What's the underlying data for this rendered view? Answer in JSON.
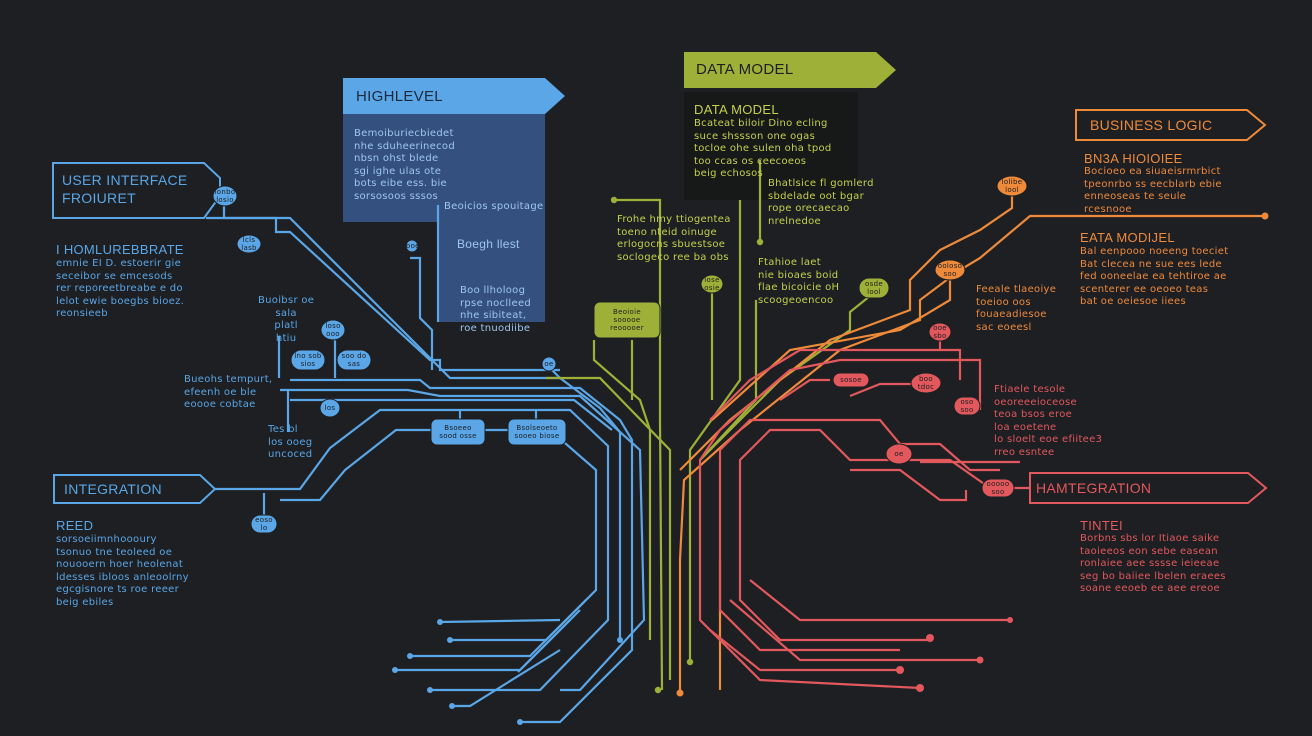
{
  "colors": {
    "background": "#1d1f23",
    "blue": "#5aa6e6",
    "blue_panel": "#34507e",
    "blue_tag": "#5aa6e6",
    "olive": "#9fb038",
    "orange": "#ee8a3a",
    "red": "#e2585c",
    "dark_text": "#1d2a3f"
  },
  "sections": {
    "highlevel": {
      "tag": "HIGHLEVEL",
      "lines": "Bemoiburiecbiedet\nnhe sduheerinecod\nnbsn ohst blede\nsgi ighe ulas ote\nbots eibe ess. bie\nsorsosoos sssos"
    },
    "highlevel_sub": {
      "lines": "Beoicios spouitage"
    },
    "highlevel_center": {
      "title": "Boegh llest",
      "lines": "Boo llholoog\nrpse noclleed\nnhe sibiteat,\nroe tnuodiibe"
    },
    "data_model": {
      "tag": "DATA MODEL",
      "heading": "DATA MODEL",
      "lines": "Bcateat biloir Dino ecling\nsuce shssson one ogas\ntocloe ohe sulen oha tpod\ntoo ccas os ceecoeos\nbeig echosos"
    },
    "data_model_sub": {
      "lines": "Bhatlsice fl gomlerd\nsbdelade oot bgar\nrope orecaecao\nnrelnedoe"
    },
    "data_model_left": {
      "lines": "Frohe hmy ttiogentea\ntoeno nteid oinuge\nerlogocns sbuestsoe\nsoclogeco ree ba obs"
    },
    "data_model_mid": {
      "lines": "Ftahioe laet\nnie bioaes boid\nflae bicoicie oH\nscoogeoencoo"
    },
    "user_interface": {
      "tag_line1": "USER INTERFACE",
      "tag_line2": "FROIURET",
      "heading": "I HOMLUREBBRATE",
      "lines": "emnie EI D. estoerir gie\nseceibor se emcesods\nrer reporeetbreabe e do\nlelot ewie boegbs bioez.\nreonsieeb"
    },
    "ui_small_a": {
      "lines": "Buoibsr oe\nsala\nplatl\nhtiu"
    },
    "ui_small_b": {
      "lines": "Bueohs tempurt,\nefeenh oe ble\neoooe cobtae"
    },
    "ui_small_c": {
      "lines": "Tes bl\nlos ooeg\nuncoced"
    },
    "integration": {
      "tag": "INTEGRATION",
      "heading": "REED",
      "lines": "sorsoeiimnhoooury\ntsonuo tne teoleed oe\nnouooern hoer heolenat\nldesses ibloos anleoolrny\negcgisnore ts roe reeer\nbeig ebiles"
    },
    "business_logic": {
      "tag": "BUSINESS LOGIC",
      "heading": "BN3A HIOIOIEE",
      "lines": "Bocioeo ea siuaeisrmrbict\ntpeonrbo ss eecblarb ebie\nenneoseas te seule\nrcesnooe"
    },
    "eata_model": {
      "heading": "EATA MODIJEL",
      "lines": "Bal eenpooo noeeng toeciet\nBat clecea ne sue ees lede\nfed ooneelae ea tehtiroe ae\nscenterer ee oeoeo teas\nbat oe oeiesoe iiees"
    },
    "business_sub": {
      "lines": "Feeale tlaeoiye\ntoeioo oos\nfouaeadiesoe\nsac eoeesl"
    },
    "business_sub_b": {
      "lines": "Ftiaele tesole\noeoreeeioceose\nteoa bsos eroe\nloa eoetene\nlo sloelt eoe efiitee3\nrreo esntee"
    },
    "hamtegration": {
      "tag": "HAMTEGRATION",
      "heading": "TINTEI",
      "lines": "Borbns sbs lor Itiaoe saike\ntaoieeos eon sebe easean\nronlaiee aee sssse ieieeae\nseg bo baiiee lbelen eraees\nsoane eeoeb ee aee ereoe"
    },
    "nodes": {
      "blue": [
        {
          "text": "lonbo\nlosio"
        },
        {
          "text": "lcls\nlasb"
        },
        {
          "text": "ooe"
        },
        {
          "text": "loso\nooo"
        },
        {
          "text": "lno sob\nsios"
        },
        {
          "text": "soo do\nsas"
        },
        {
          "text": "los"
        },
        {
          "text": "Bsoeeo\nsood osse"
        },
        {
          "text": "Bsolseoeto\nsooeo biose"
        },
        {
          "text": "eoso\nlo"
        },
        {
          "text": "oe"
        }
      ],
      "olive": [
        {
          "text": "Beoioie\nsooooe\nreooooer"
        },
        {
          "text": "lose\nosie"
        },
        {
          "text": "osde\nlool"
        }
      ],
      "orange": [
        {
          "text": "lolibe\nlool"
        },
        {
          "text": "ooloso\nsoo"
        }
      ],
      "red": [
        {
          "text": "ooe\nsbo"
        },
        {
          "text": "sosoe"
        },
        {
          "text": "boo\ntdoc"
        },
        {
          "text": "oso\nsoo"
        },
        {
          "text": "oe"
        },
        {
          "text": "ooooo\nsoo"
        }
      ]
    }
  }
}
